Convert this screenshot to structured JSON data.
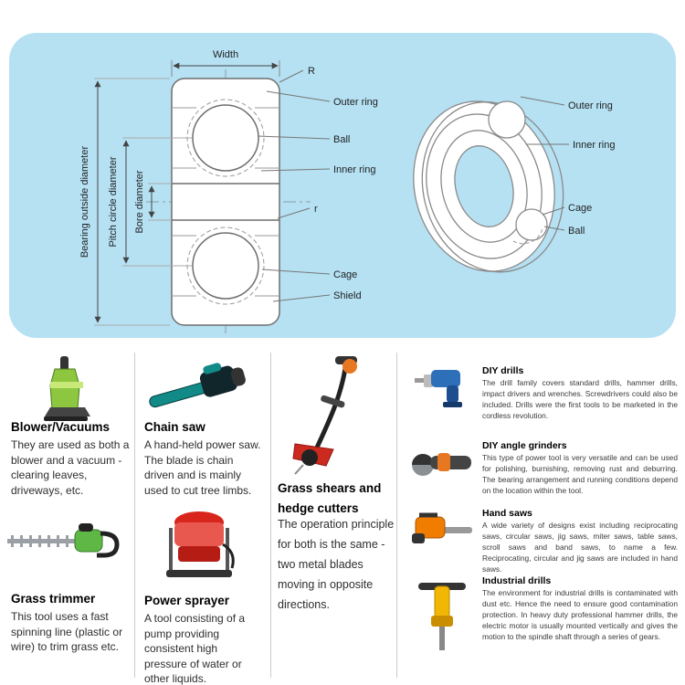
{
  "panel": {
    "cross_section": {
      "width": "Width",
      "r_upper": "R",
      "outer_ring": "Outer ring",
      "ball": "Ball",
      "inner_ring": "Inner ring",
      "r_lower": "r",
      "cage": "Cage",
      "shield": "Shield",
      "bearing_outside_diameter": "Bearing outside diameter",
      "pitch_circle_diameter": "Pitch circle diameter",
      "bore_diameter": "Bore diameter"
    },
    "three_d": {
      "outer_ring": "Outer ring",
      "inner_ring": "Inner ring",
      "cage": "Cage",
      "ball": "Ball"
    }
  },
  "tools": {
    "blower": {
      "title": "Blower/Vacuums",
      "desc": "They are used as both a blower and a vacuum -clearing leaves, driveways, etc."
    },
    "chainsaw": {
      "title": "Chain saw",
      "desc": "A hand-held power saw. The blade is chain driven and is mainly used to cut tree limbs."
    },
    "grass_shears": {
      "title": "Grass shears and hedge cutters",
      "desc": "The operation principle for both is the same - two metal blades moving in opposite directions."
    },
    "grass_trimmer": {
      "title": "Grass trimmer",
      "desc": "This tool uses a fast spinning line (plastic or wire) to trim grass etc."
    },
    "power_sprayer": {
      "title": "Power sprayer",
      "desc": "A tool consisting of a pump providing consistent high pressure of water or other liquids."
    },
    "diy_drills": {
      "title": "DIY drills",
      "desc": "The drill family covers standard drills, hammer drills, impact drivers and wrenches. Screwdrivers could also be included. Drills were the first tools to be marketed in the cordless revolution."
    },
    "diy_angle_grinders": {
      "title": "DIY angle grinders",
      "desc": "This type of power tool is very versatile and can be used for polishing, burnishing, removing rust and deburring. The bearing arrangement and running conditions depend on the location within the tool."
    },
    "hand_saws": {
      "title": "Hand saws",
      "desc": "A wide variety of designs exist including reciprocating saws, circular saws, jig saws, miter saws, table saws, scroll saws and band saws, to name a few. Reciprocating, circular and jig saws are included in hand saws."
    },
    "industrial_drills": {
      "title": "Industrial drills",
      "desc": "The environment for industrial drills is contaminated with dust etc. Hence the need to ensure good contamination protection. In heavy duty professional hammer drills, the electric motor is usually mounted vertically and gives the motion to the spindle shaft through a series of gears."
    }
  }
}
